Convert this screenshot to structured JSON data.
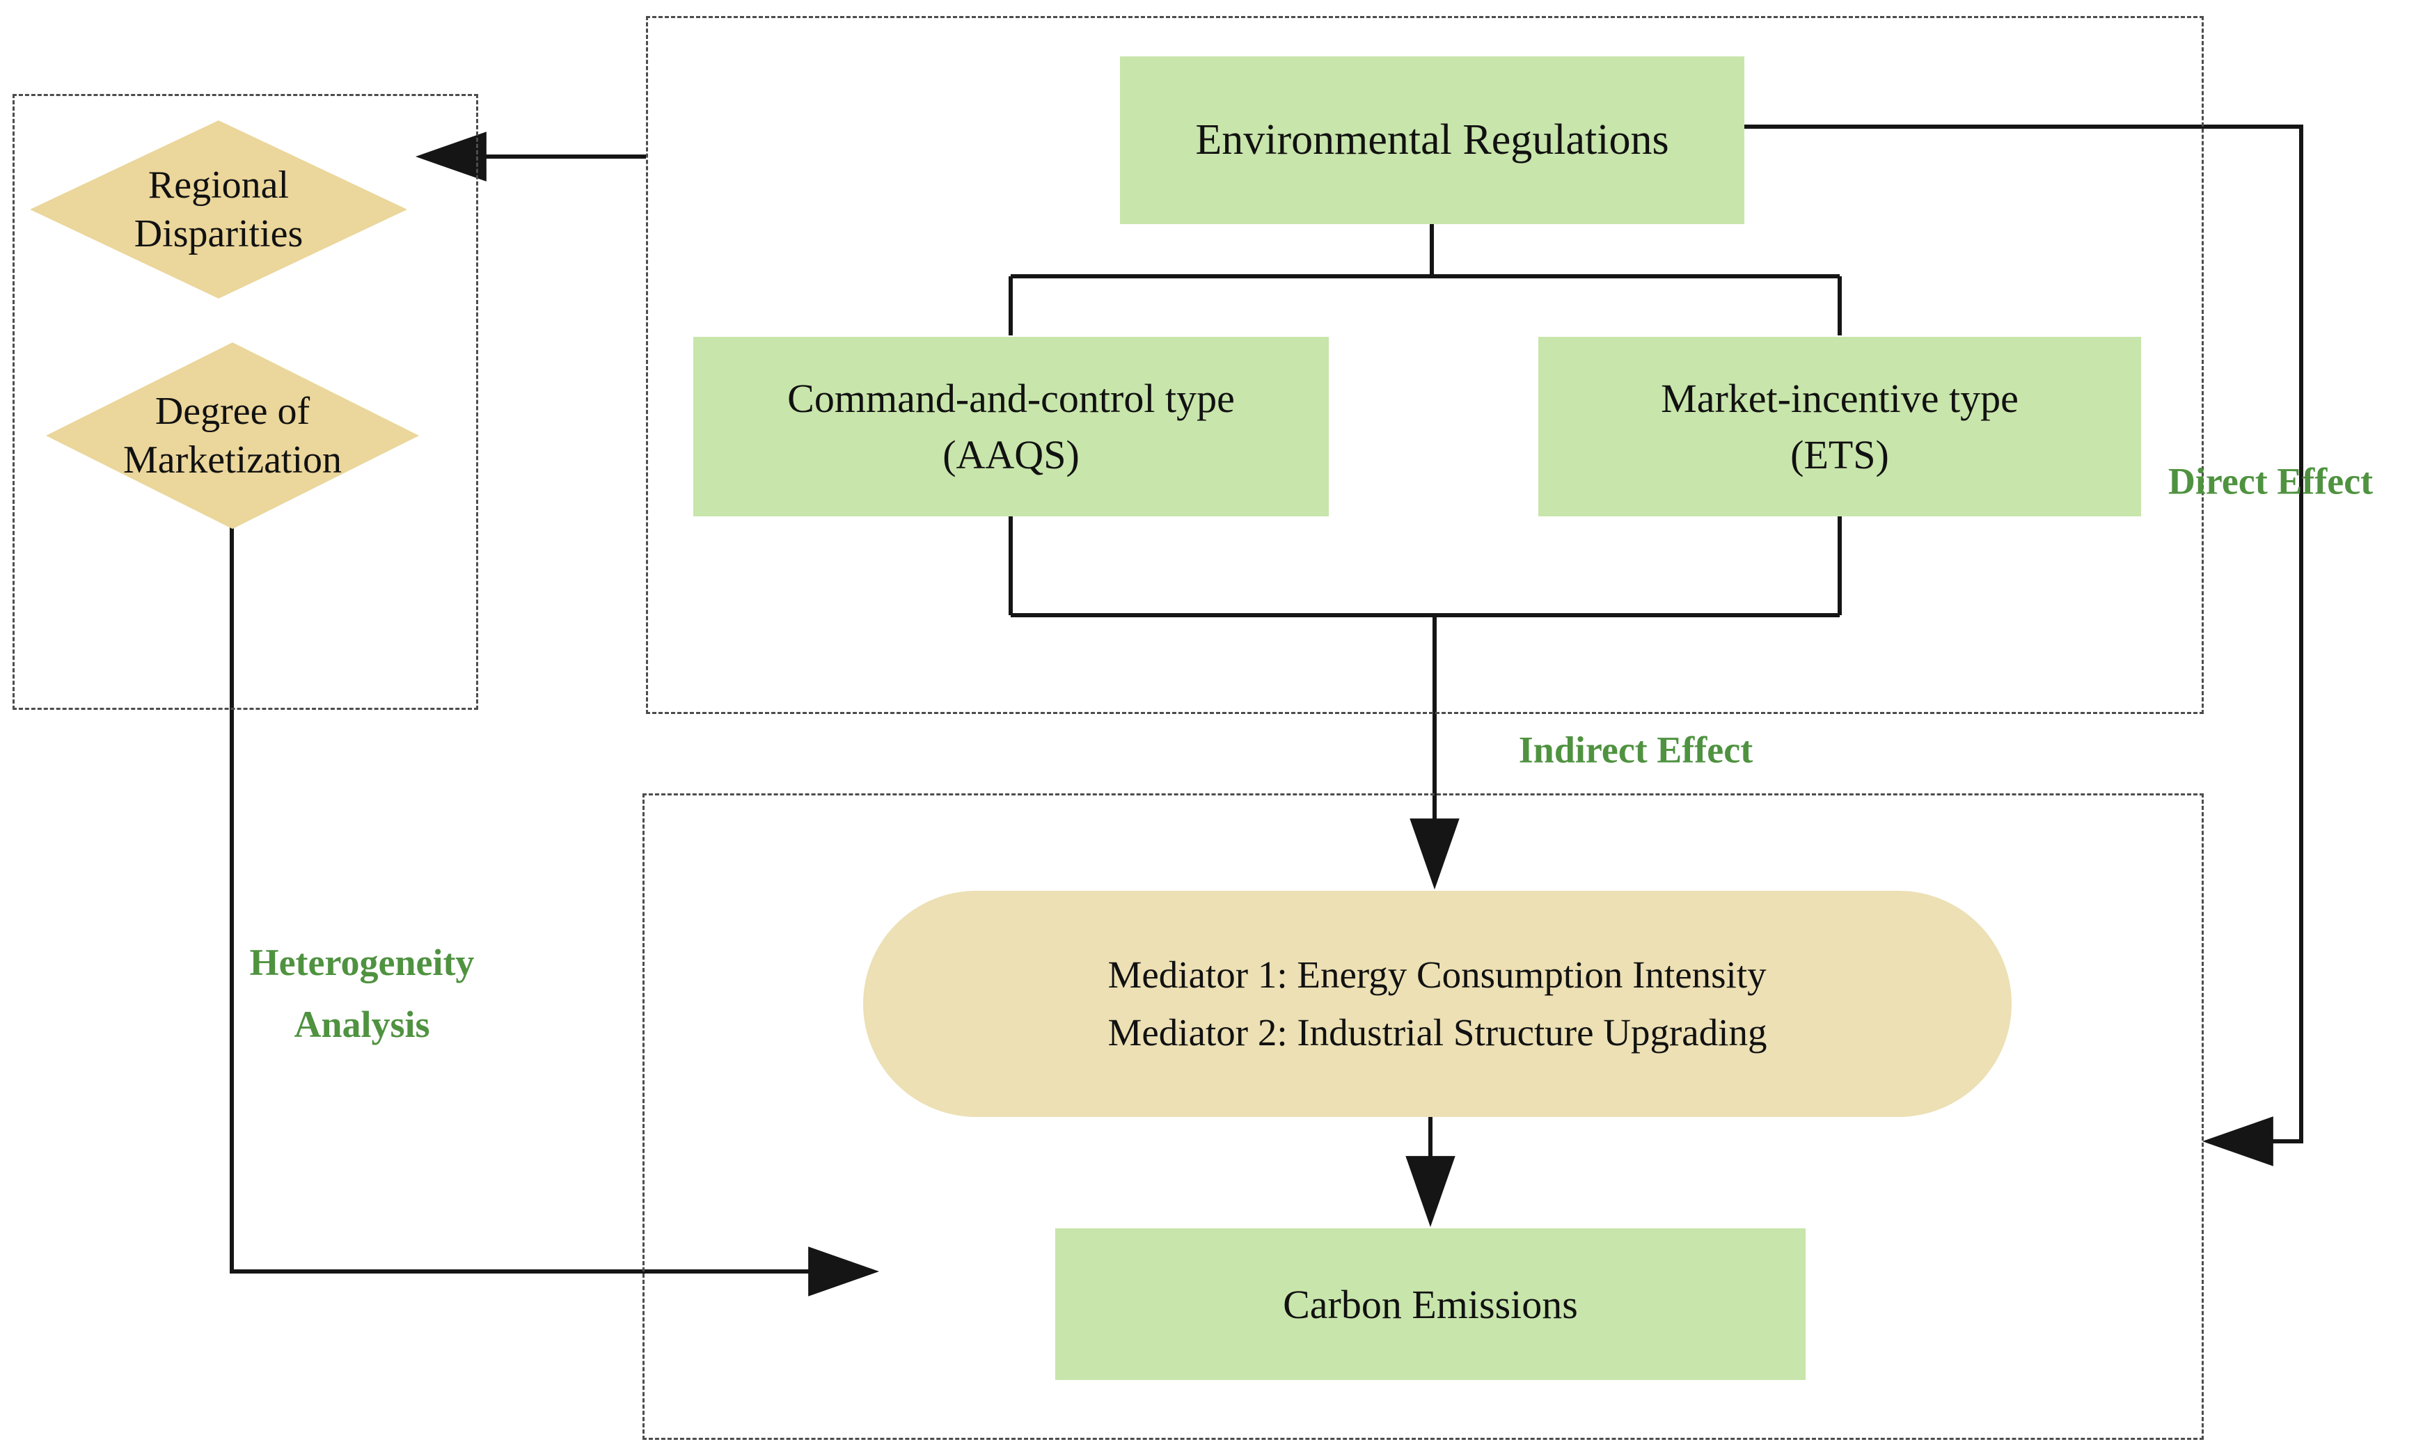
{
  "diagram": {
    "top_group": {
      "environmental_regulations": "Environmental Regulations",
      "command": {
        "line1": "Command-and-control type",
        "line2": "(AAQS)"
      },
      "market": {
        "line1": "Market-incentive type",
        "line2": "(ETS)"
      }
    },
    "left_group": {
      "diamond1": {
        "line1": "Regional",
        "line2": "Disparities"
      },
      "diamond2": {
        "line1": "Degree of",
        "line2": "Marketization"
      }
    },
    "bottom_group": {
      "mediator": {
        "line1": "Mediator 1: Energy Consumption Intensity",
        "line2": "Mediator 2: Industrial Structure Upgrading"
      },
      "carbon": "Carbon Emissions"
    },
    "labels": {
      "direct_effect": "Direct Effect",
      "indirect_effect": "Indirect Effect",
      "heterogeneity_line1": "Heterogeneity",
      "heterogeneity_line2": "Analysis"
    },
    "colors": {
      "node_green": "#c8e5ab",
      "diamond_gold": "#ebd69b",
      "mediator_tan": "#ece0b4",
      "label_green": "#4f9240",
      "line_black": "#151515",
      "dashed_border": "#4d4d4d"
    }
  }
}
